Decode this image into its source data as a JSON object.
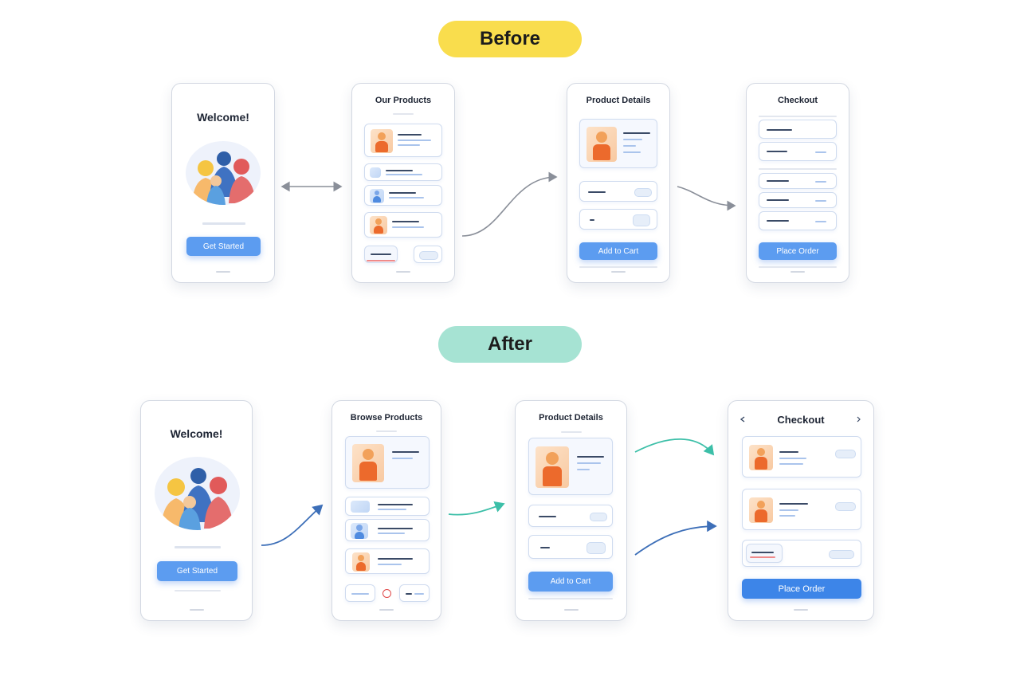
{
  "labels": {
    "before": "Before",
    "after": "After"
  },
  "before": {
    "welcome": {
      "title": "Welcome!",
      "button": "Get Started"
    },
    "products": {
      "title": "Our Products"
    },
    "details": {
      "title": "Product Details",
      "button": "Add to Cart"
    },
    "checkout": {
      "title": "Checkout",
      "button": "Place Order"
    }
  },
  "after": {
    "welcome": {
      "title": "Welcome!",
      "button": "Get Started"
    },
    "products": {
      "title": "Browse Products"
    },
    "details": {
      "title": "Product Details",
      "button": "Add to Cart"
    },
    "checkout": {
      "title": "Checkout",
      "button": "Place Order"
    }
  },
  "colors": {
    "before_pill": "#f9dd4d",
    "after_pill": "#a6e3d3",
    "button": "#5c9cf0",
    "arrow_gray": "#8a8f99",
    "arrow_blue": "#3d6fb8",
    "arrow_teal": "#3cbfa8"
  }
}
